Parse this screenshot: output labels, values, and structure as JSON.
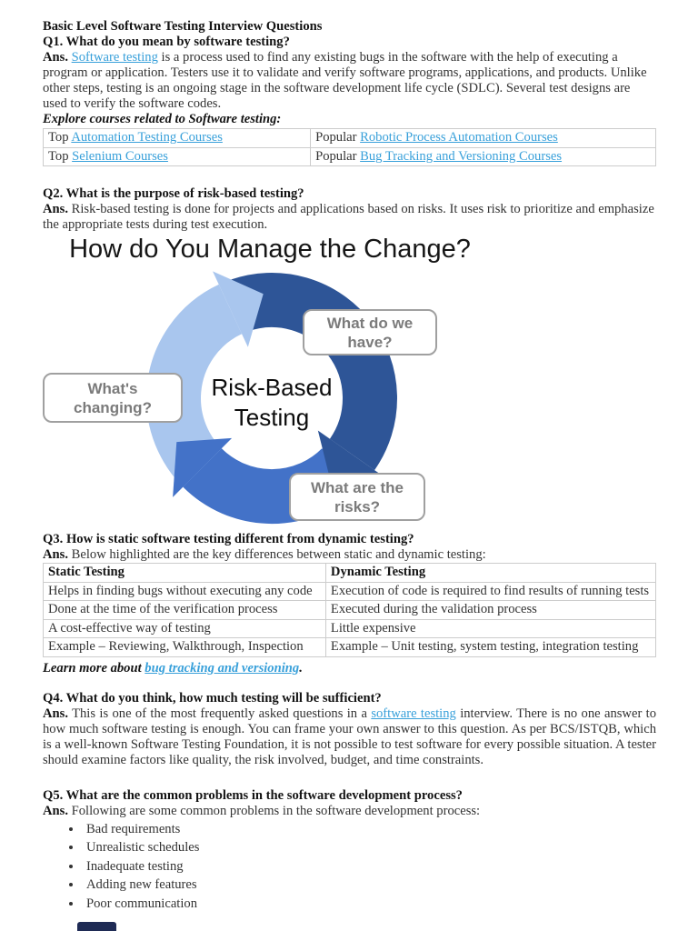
{
  "colors": {
    "link": "#38a0da",
    "body_text": "#333333",
    "table_border": "#cccccc",
    "diagram_dark_blue": "#2e5597",
    "diagram_mid_blue": "#4372c8",
    "diagram_light_blue": "#a9c6ee",
    "callout_border": "#a0a0a0",
    "callout_text": "#7b7b7b",
    "footer_badge": "#1f2b55"
  },
  "doc": {
    "title": "Basic Level Software Testing Interview Questions",
    "q1": {
      "heading": "Q1. What do you mean by software testing?",
      "ans_label": "Ans.",
      "link_text": "Software testing",
      "text": " is a process used to find any existing bugs in the software with the help of executing a program or application. Testers use it to validate and verify software programs, applications, and products. Unlike other steps, testing is an ongoing stage in the software development life cycle (SDLC). Several test designs are used to verify the software codes."
    },
    "explore": "Explore courses related to Software testing:",
    "courses": {
      "rows": [
        [
          {
            "prefix": "Top ",
            "link": "Automation Testing Courses"
          },
          {
            "prefix": "Popular ",
            "link": "Robotic Process Automation Courses"
          }
        ],
        [
          {
            "prefix": "Top ",
            "link": "Selenium Courses"
          },
          {
            "prefix": "Popular ",
            "link": "Bug Tracking and Versioning Courses"
          }
        ]
      ]
    },
    "q2": {
      "heading": "Q2. What is the purpose of risk-based testing?",
      "ans_label": "Ans.",
      "text": " Risk-based testing is done for projects and applications based on risks. It uses risk to prioritize and emphasize the appropriate tests during test execution."
    },
    "q3": {
      "heading": "Q3. How is static software testing different from dynamic testing?",
      "ans_label": "Ans.",
      "text": " Below highlighted are the key differences between static and dynamic testing:"
    },
    "compare": {
      "headers": [
        "Static Testing",
        "Dynamic Testing"
      ],
      "rows": [
        [
          "Helps in finding bugs without executing any code",
          "Execution of code is required to find results of running tests"
        ],
        [
          "Done at the time of the verification process",
          "Executed during the validation process"
        ],
        [
          "A cost-effective way of testing",
          "Little expensive"
        ],
        [
          "Example – Reviewing, Walkthrough, Inspection",
          "Example – Unit testing, system testing, integration testing"
        ]
      ]
    },
    "learn_more": {
      "text": "Learn more about ",
      "link_text": "bug tracking and versioning",
      "period": "."
    },
    "q4": {
      "heading": "Q4. What do you think, how much testing will be sufficient?",
      "ans_label": "Ans.",
      "before_link": " This is one of the most frequently asked questions in a ",
      "link_text": "software testing",
      "after_link": " interview. There is no one answer to how much software testing is enough. You can frame your own answer to this question. As per BCS/ISTQB, which is a well-known Software Testing Foundation, it is not possible to test software for every possible situation. A tester should examine factors like quality, the risk involved, budget, and time constraints."
    },
    "q5": {
      "heading": "Q5. What are the common problems in the software development process?",
      "ans_label": "Ans.",
      "text": "  Following are some common problems in the software development process:",
      "bullets": [
        "Bad requirements",
        "Unrealistic schedules",
        "Inadequate testing",
        "Adding new features",
        "Poor communication"
      ]
    }
  },
  "diagram": {
    "title": "How do You Manage the Change?",
    "center_line1": "Risk-Based",
    "center_line2": "Testing",
    "callouts": [
      "What do we have?",
      "What's changing?",
      "What are the risks?"
    ]
  }
}
